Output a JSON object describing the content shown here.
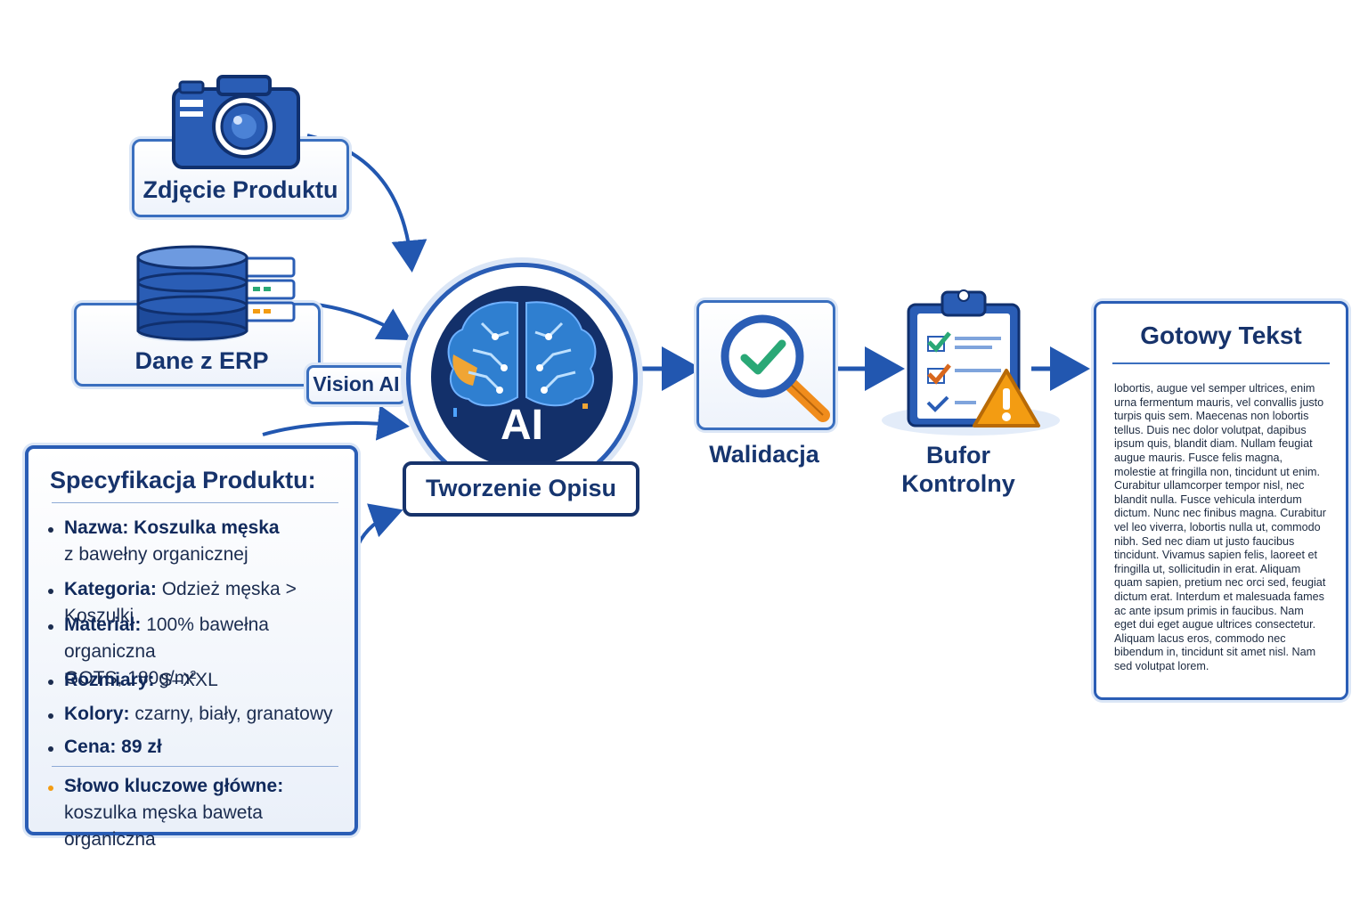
{
  "nodes": {
    "photo": "Zdjęcie Produktu",
    "erp": "Dane z ERP",
    "vision": "Vision AI",
    "ai_badge": "AI",
    "create": "Tworzenie Opisu",
    "validation": "Walidacja",
    "buffer_line1": "Bufor",
    "buffer_line2": "Kontrolny"
  },
  "spec": {
    "title": "Specyfikacja Produktu:",
    "items": [
      {
        "label": "Nazwa: Koszulka męska",
        "value": "",
        "cont": "z bawełny organicznej"
      },
      {
        "label": "Kategoria:",
        "value": " Odzież męska > Koszulki",
        "cont": ""
      },
      {
        "label": "Materiał:",
        "value": " 100% bawełna organiczna",
        "cont": "GOTS, 180g/m²"
      },
      {
        "label": "Rozmiary:",
        "value": " S–XXL",
        "cont": ""
      },
      {
        "label": "Kolory:",
        "value": " czarny, biały, granatowy",
        "cont": ""
      },
      {
        "label": "Cena: 89 zł",
        "value": "",
        "cont": ""
      }
    ],
    "keyword_label": "Słowo kluczowe główne:",
    "keyword_value": "koszulka męska baweta organiczna"
  },
  "output": {
    "title": "Gotowy Tekst",
    "body": "lobortis, augue vel semper ultrices, enim urna fermentum mauris, vel convallis justo turpis quis sem. Maecenas non lobortis tellus. Duis nec dolor volutpat, dapibus ipsum quis, blandit diam. Nullam feugiat augue mauris. Fusce felis magna, molestie at fringilla non, tincidunt ut enim. Curabitur ullamcorper tempor nisl, nec blandit nulla. Fusce vehicula interdum dictum. Nunc nec finibus magna. Curabitur vel leo viverra, lobortis nulla ut, commodo nibh. Sed nec diam ut justo faucibus tincidunt. Vivamus sapien felis, laoreet et fringilla ut, sollicitudin in erat. Aliquam quam sapien, pretium nec orci sed, feugiat dictum erat. Interdum et malesuada fames ac ante ipsum primis in faucibus. Nam eget dui eget augue ultrices consectetur. Aliquam lacus eros, commodo nec bibendum in, tincidunt sit amet nisl. Nam sed volutpat lorem."
  },
  "icons": {
    "camera": "camera-icon",
    "database": "database-icon",
    "brain": "brain-icon",
    "magnifier": "magnifier-check-icon",
    "clipboard": "clipboard-checklist-icon",
    "warning": "warning-icon"
  },
  "colors": {
    "primary": "#2257b0",
    "dark": "#17336b",
    "accent_orange": "#f39c12",
    "check_green": "#2aa876"
  }
}
